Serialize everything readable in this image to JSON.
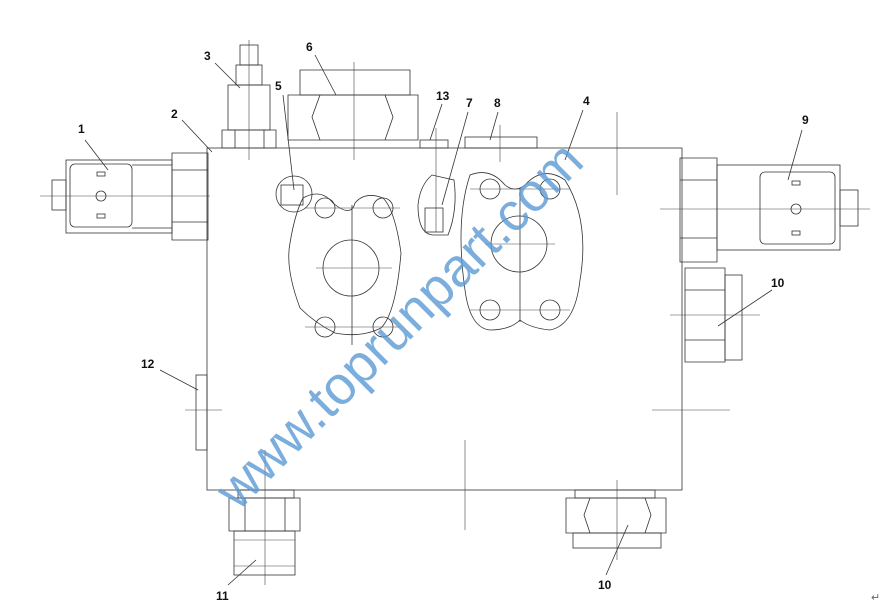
{
  "labels": {
    "l1": "1",
    "l2": "2",
    "l3": "3",
    "l4": "4",
    "l5": "5",
    "l6": "6",
    "l7": "7",
    "l8": "8",
    "l9": "9",
    "l10a": "10",
    "l10b": "10",
    "l11": "11",
    "l12": "12",
    "l13": "13"
  },
  "watermark": "www.toprunpart.com",
  "return_mark": "↵",
  "colors": {
    "line": "#333333",
    "watermark": "#5b9bd5"
  }
}
